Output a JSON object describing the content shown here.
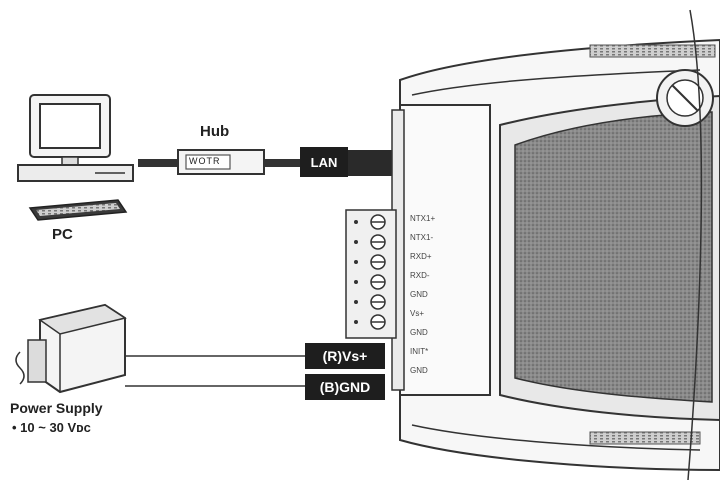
{
  "diagram": {
    "pc_label": "PC",
    "hub_label": "Hub",
    "hub_device_text": "WOTR",
    "lan_label": "LAN",
    "vs_label": "(R)Vs+",
    "gnd_label": "(B)GND",
    "power_supply_label": "Power Supply",
    "power_supply_spec": "• 10 ~ 30 Vᴅᴄ",
    "terminal_pins": [
      "NTX1+",
      "NTX1-",
      "RXD+",
      "RXD-",
      "GND",
      "Vs+",
      "GND",
      "INIT*",
      "GND"
    ]
  },
  "colors": {
    "line": "#333333",
    "tag_bg": "#1e1e1e",
    "panel_fill": "#7a7a7a"
  }
}
